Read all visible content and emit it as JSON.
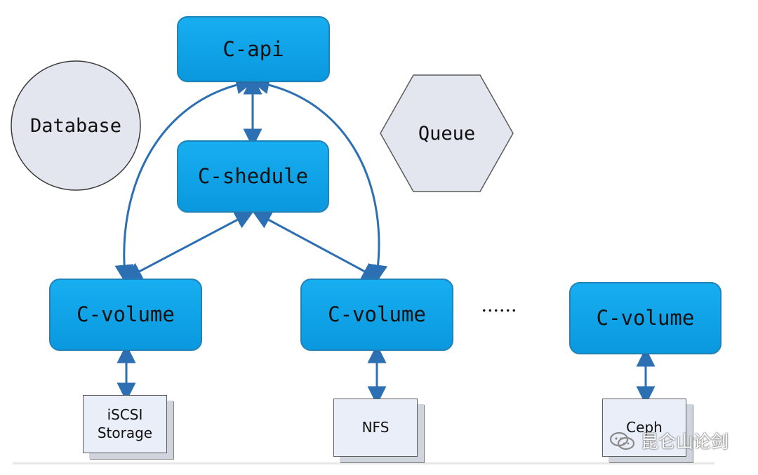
{
  "nodes": {
    "c_api": "C-api",
    "database": "Database",
    "queue": "Queue",
    "c_shedule": "C-shedule",
    "c_volume_left": "C-volume",
    "c_volume_middle": "C-volume",
    "c_volume_right": "C-volume"
  },
  "storage": {
    "iscsi": "iSCSI\nStorage",
    "nfs": "NFS",
    "ceph": "Ceph"
  },
  "ellipsis": "......",
  "watermark": {
    "text": "昆仑山论剑"
  },
  "colors": {
    "node_blue": "#0a98de",
    "node_blue_top": "#17aef0",
    "node_border": "#1f83b9",
    "connector": "#2d6fb3",
    "shape_gray": "#e3e6ef",
    "storage_fill": "#e9eef8"
  }
}
